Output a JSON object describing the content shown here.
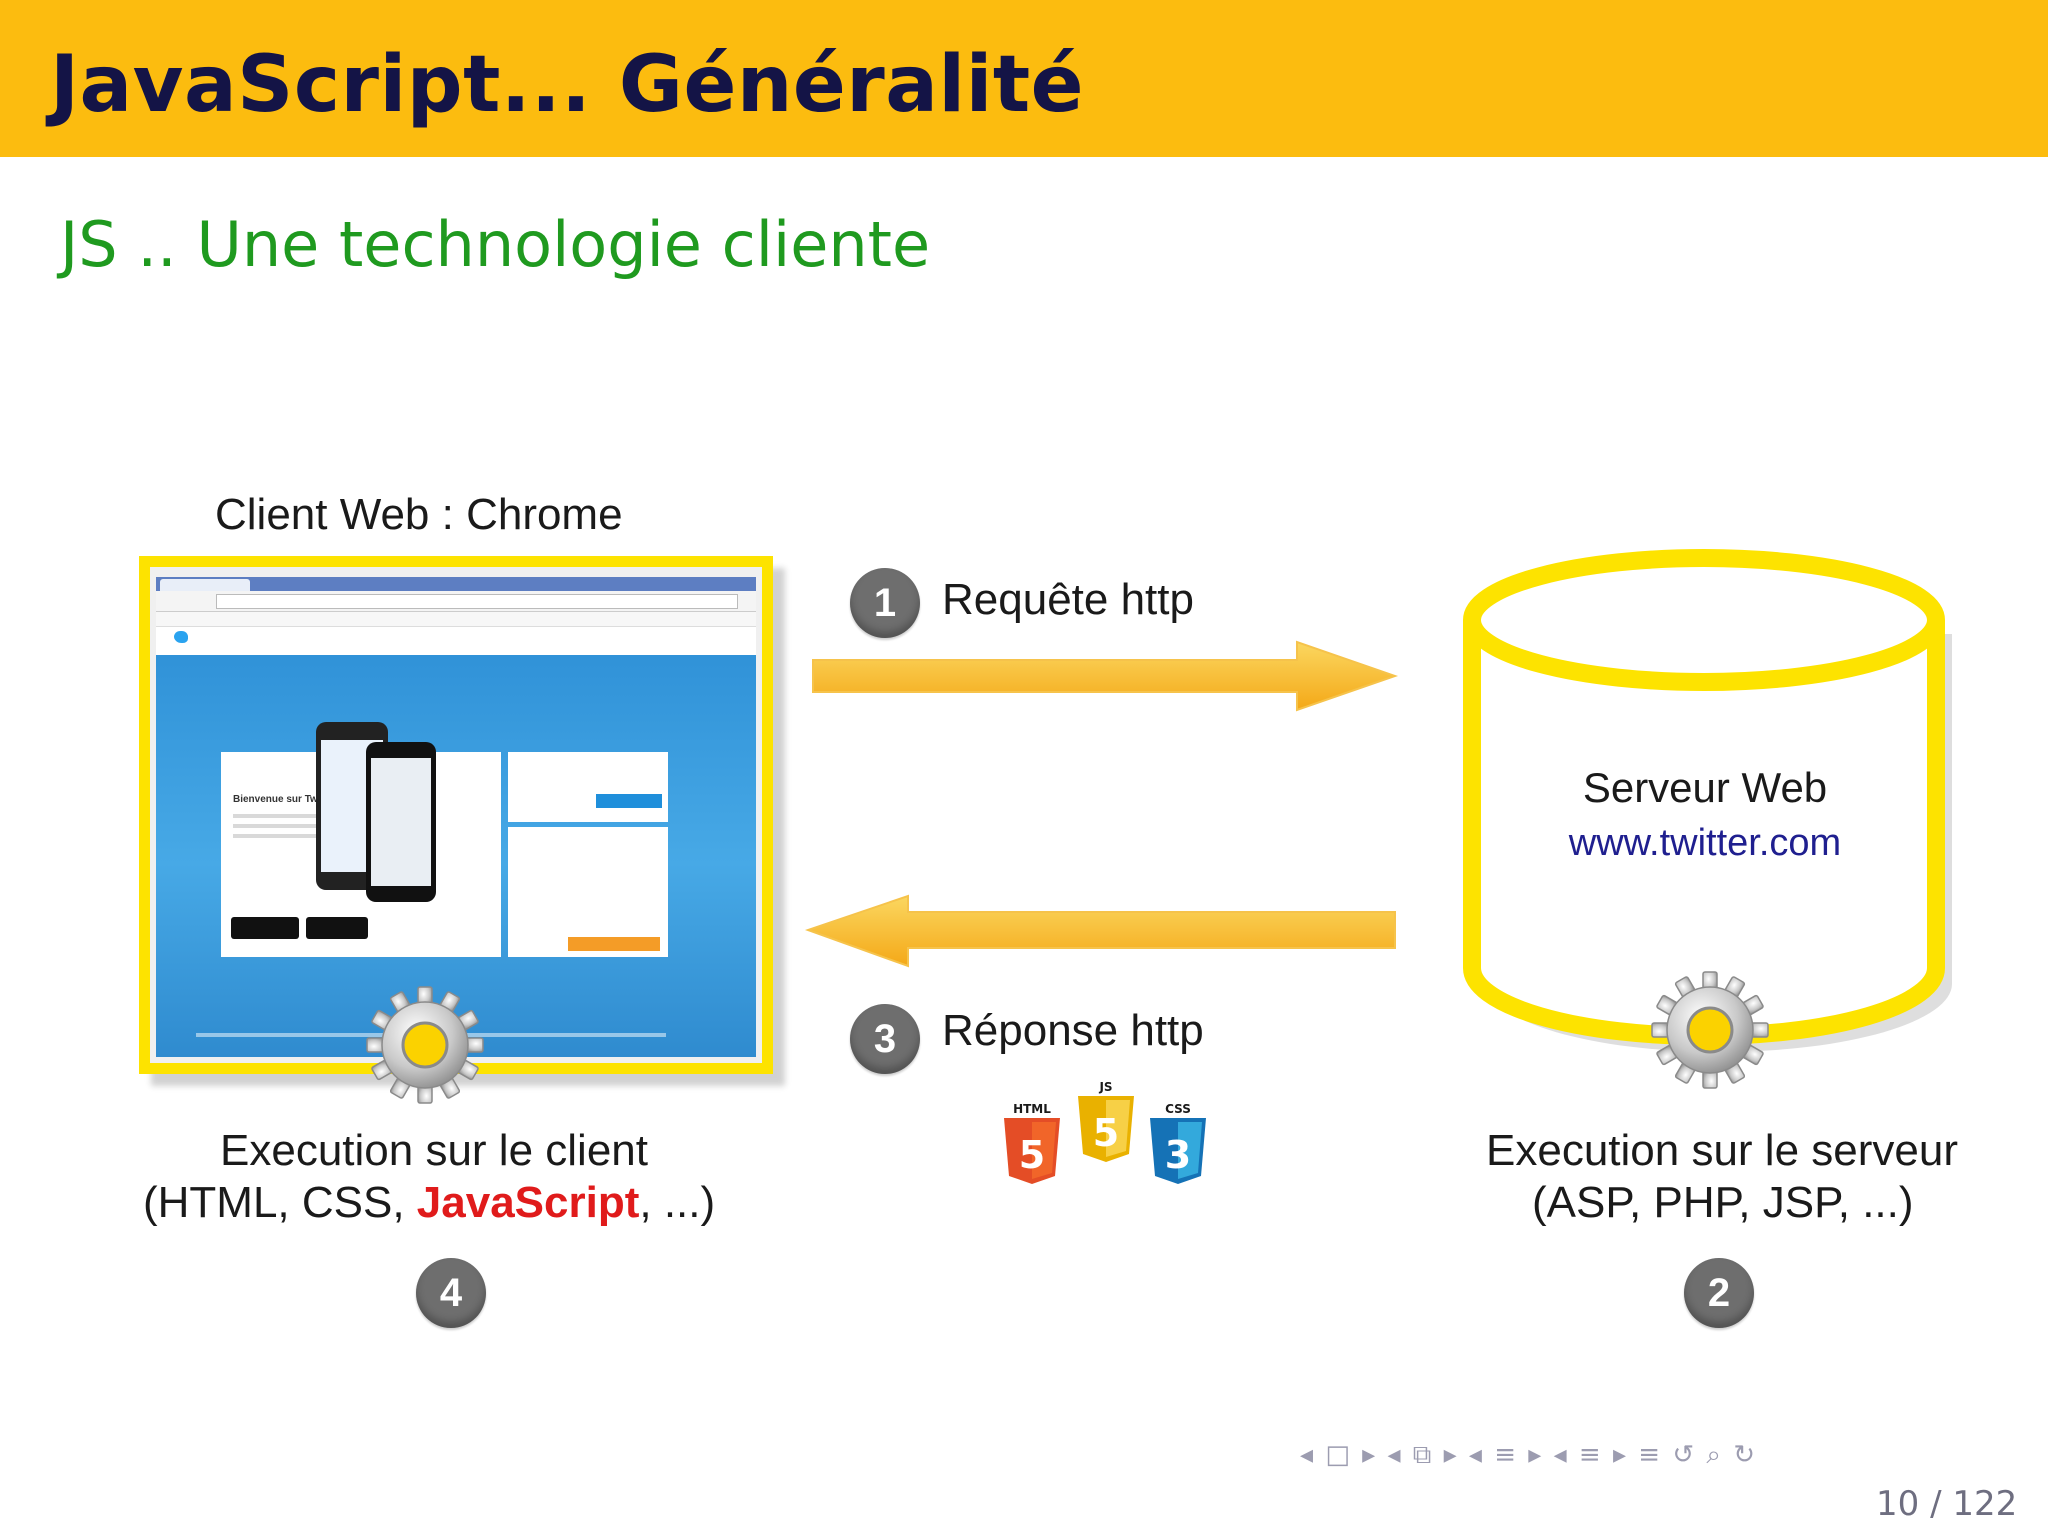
{
  "header": {
    "title": "JavaScript... Généralité",
    "bg_color": "#fcbc0f"
  },
  "subtitle": "JS .. Une technologie cliente",
  "diagram": {
    "client": {
      "label": "Client Web : Chrome",
      "browser_page_text": "Bienvenue sur Twitter.",
      "exec_line1": "Execution sur le client",
      "exec_line2_prefix": "(HTML, CSS, ",
      "exec_line2_highlight": "JavaScript",
      "exec_line2_suffix": ", ...)",
      "step": "4"
    },
    "request": {
      "step": "1",
      "label": "Requête http"
    },
    "response": {
      "step": "3",
      "label": "Réponse http",
      "tech_icons": [
        {
          "label": "HTML",
          "number": "5",
          "color": "#e44d26"
        },
        {
          "label": "JS",
          "number": "5",
          "color": "#f0c020"
        },
        {
          "label": "CSS",
          "number": "3",
          "color": "#1b73ba"
        }
      ]
    },
    "server": {
      "title": "Serveur Web",
      "url": "www.twitter.com",
      "exec_line1": "Execution sur le serveur",
      "exec_line2": "(ASP, PHP, JSP, ...)",
      "step": "2"
    },
    "accent_color": "#fde300",
    "arrow_color": "#f9bf2c"
  },
  "navigation": {
    "icons": "◂ □ ▸  ◂ ⧉ ▸  ◂ ≡ ▸  ◂ ≡ ▸   ≡   ↺ ⌕ ↻",
    "page": "10 / 122"
  }
}
